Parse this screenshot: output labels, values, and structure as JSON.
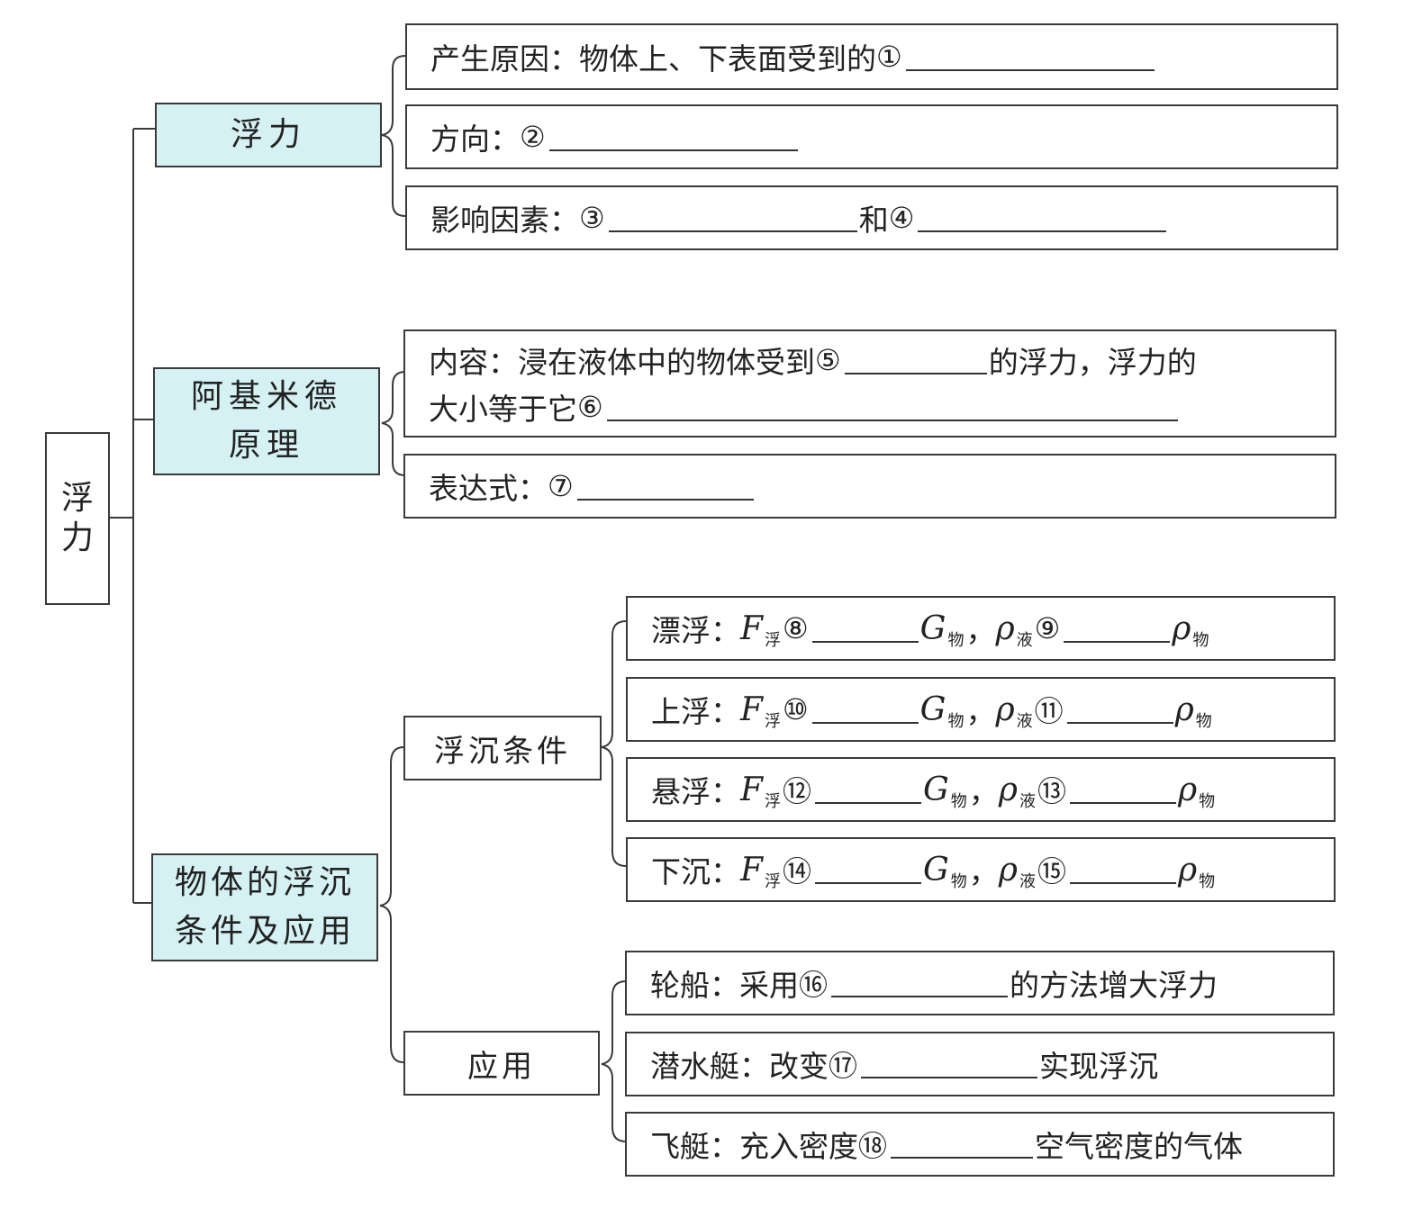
{
  "root": {
    "line1": "浮",
    "line2": "力"
  },
  "categories": {
    "buoyancy": "浮力",
    "archimedes": {
      "line1": "阿基米德",
      "line2": "原理"
    },
    "sinkfloat": {
      "line1": "物体的浮沉",
      "line2": "条件及应用"
    }
  },
  "subcats": {
    "conditions": "浮沉条件",
    "applications": "应用"
  },
  "buoyancy_items": {
    "cause": {
      "label": "产生原因：",
      "text": "物体上、下表面受到的",
      "num": "①"
    },
    "direction": {
      "label": "方向：",
      "num": "②"
    },
    "factors": {
      "label": "影响因素：",
      "num1": "③",
      "and": "和",
      "num2": "④"
    }
  },
  "archimedes_items": {
    "content": {
      "label": "内容：",
      "text1": "浸在液体中的物体受到",
      "num1": "⑤",
      "text2": "的浮力，浮力的",
      "text3": "大小等于它",
      "num2": "⑥"
    },
    "formula": {
      "label": "表达式：",
      "num": "⑦"
    }
  },
  "symbols": {
    "F": "F",
    "G": "G",
    "rho": "ρ",
    "float_sub": "浮",
    "obj_sub": "物",
    "liq_sub": "液",
    "comma": "，"
  },
  "conditions": [
    {
      "label": "漂浮：",
      "n1": "⑧",
      "n2": "⑨"
    },
    {
      "label": "上浮：",
      "n1": "⑩",
      "n2": "⑪"
    },
    {
      "label": "悬浮：",
      "n1": "⑫",
      "n2": "⑬"
    },
    {
      "label": "下沉：",
      "n1": "⑭",
      "n2": "⑮"
    }
  ],
  "applications": [
    {
      "label": "轮船：",
      "pre": "采用",
      "num": "⑯",
      "post": "的方法增大浮力"
    },
    {
      "label": "潜水艇：",
      "pre": "改变",
      "num": "⑰",
      "post": "实现浮沉"
    },
    {
      "label": "飞艇：",
      "pre": "充入密度",
      "num": "⑱",
      "post": "空气密度的气体"
    }
  ]
}
